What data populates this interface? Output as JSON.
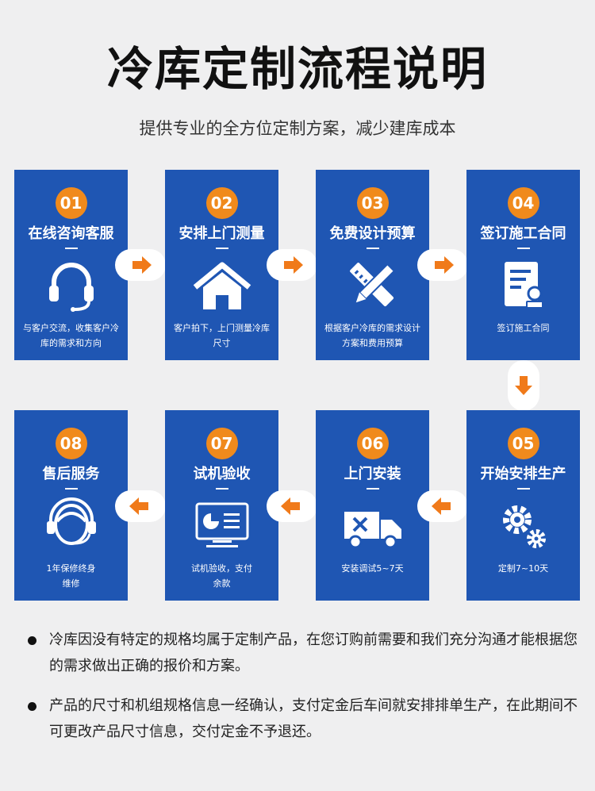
{
  "header": {
    "title": "冷库定制流程说明",
    "subtitle": "提供专业的全方位定制方案，减少建库成本"
  },
  "steps": [
    {
      "num": "01",
      "title": "在线咨询客服",
      "desc": "与客户交流，收集客户冷库的需求和方向",
      "icon": "headset-icon"
    },
    {
      "num": "02",
      "title": "安排上门测量",
      "desc": "客户拍下，上门测量冷库尺寸",
      "icon": "house-icon"
    },
    {
      "num": "03",
      "title": "免费设计预算",
      "desc": "根据客户冷库的需求设计方案和费用预算",
      "icon": "design-tools-icon"
    },
    {
      "num": "04",
      "title": "签订施工合同",
      "desc": "签订施工合同",
      "icon": "contract-stamp-icon"
    },
    {
      "num": "05",
      "title": "开始安排生产",
      "desc": "定制7~10天",
      "icon": "gears-icon"
    },
    {
      "num": "06",
      "title": "上门安装",
      "desc": "安装调试5~7天",
      "icon": "truck-icon"
    },
    {
      "num": "07",
      "title": "试机验收",
      "desc": "试机验收，支付余款",
      "icon": "monitor-icon"
    },
    {
      "num": "08",
      "title": "售后服务",
      "desc": "1年保修终身维修",
      "icon": "service-agent-icon"
    }
  ],
  "notes": [
    "冷库因没有特定的规格均属于定制产品，在您订购前需要和我们充分沟通才能根据您的需求做出正确的报价和方案。",
    "产品的尺寸和机组规格信息一经确认，支付定金后车间就安排排单生产，在此期间不可更改产品尺寸信息，交付定金不予退还。"
  ],
  "colors": {
    "card": "#1f56b3",
    "badge": "#f08a1c",
    "arrow": "#f07a1a",
    "background": "#efeff0"
  }
}
